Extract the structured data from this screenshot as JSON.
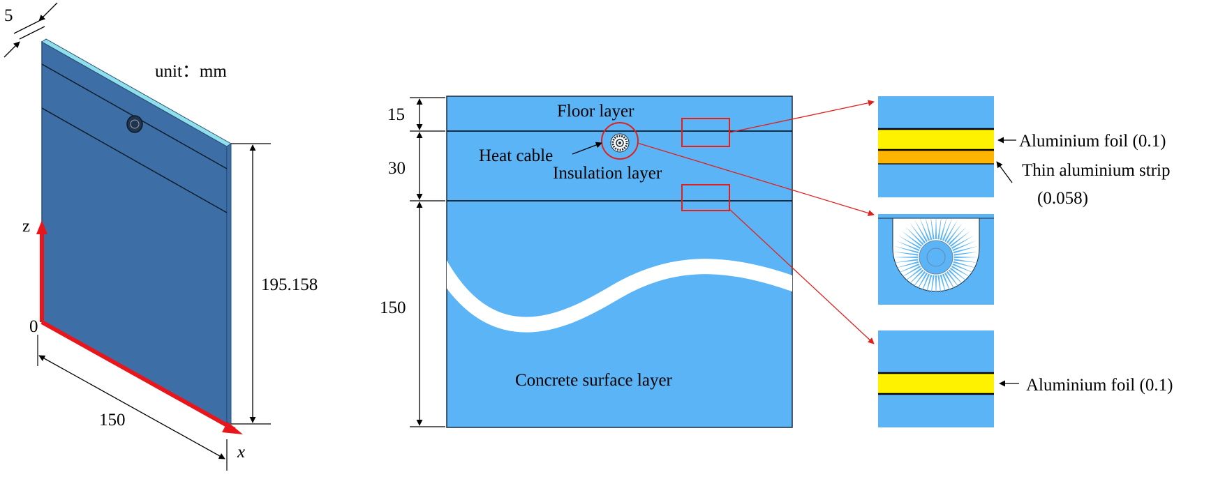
{
  "colors": {
    "slab_front": "#3d6fa6",
    "slab_top": "#8fe0ea",
    "section_fill": "#5ab4f6",
    "foil": "#fff200",
    "strip": "#ffb400",
    "axis": "#e8161b",
    "callout": "#e0201d",
    "line": "#000000"
  },
  "iso": {
    "thickness": "5",
    "unit": "unit：mm",
    "height": "195.158",
    "width": "150",
    "axis_z": "z",
    "axis_x": "x",
    "origin": "0"
  },
  "section": {
    "dim_floor": "15",
    "dim_insulation": "30",
    "dim_concrete": "150",
    "floor_layer": "Floor layer",
    "heat_cable": "Heat cable",
    "insulation_layer": "Insulation layer",
    "concrete_layer": "Concrete surface layer"
  },
  "details": {
    "foil_top": "Aluminium foil (0.1)",
    "strip_line1": "Thin aluminium strip",
    "strip_line2": "(0.058)",
    "foil_bottom": "Aluminium foil (0.1)"
  }
}
